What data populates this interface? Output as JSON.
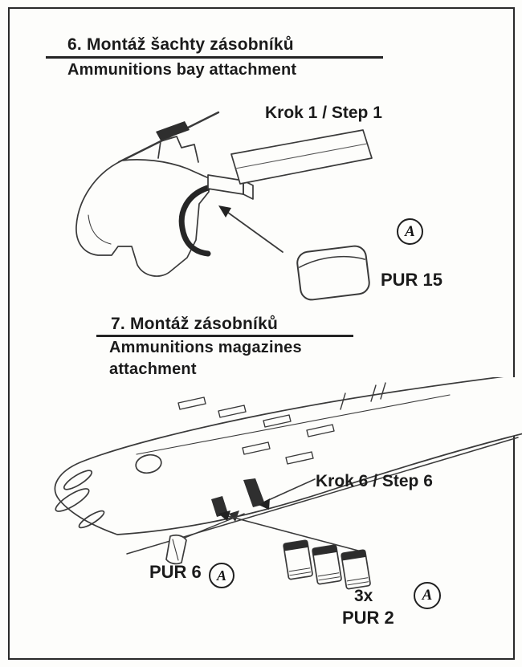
{
  "colors": {
    "ink": "#1b1b1b",
    "stroke": "#3a3a3a",
    "background": "#fdfdfb"
  },
  "section6": {
    "title_cs": "6. Montáž šachty zásobníků",
    "title_en": "Ammunitions bay attachment",
    "step": "Krok 1 / Step 1",
    "part_code": "PUR 15",
    "glue_marker": "A"
  },
  "section7": {
    "title_cs": "7. Montáž zásobníků",
    "title_en_line1": "Ammunitions magazines",
    "title_en_line2": "attachment",
    "step": "Krok 6 / Step 6",
    "part_left_code": "PUR 6",
    "glue_marker_left": "A",
    "quantity": "3x",
    "part_right_code": "PUR 2",
    "glue_marker_right": "A"
  }
}
